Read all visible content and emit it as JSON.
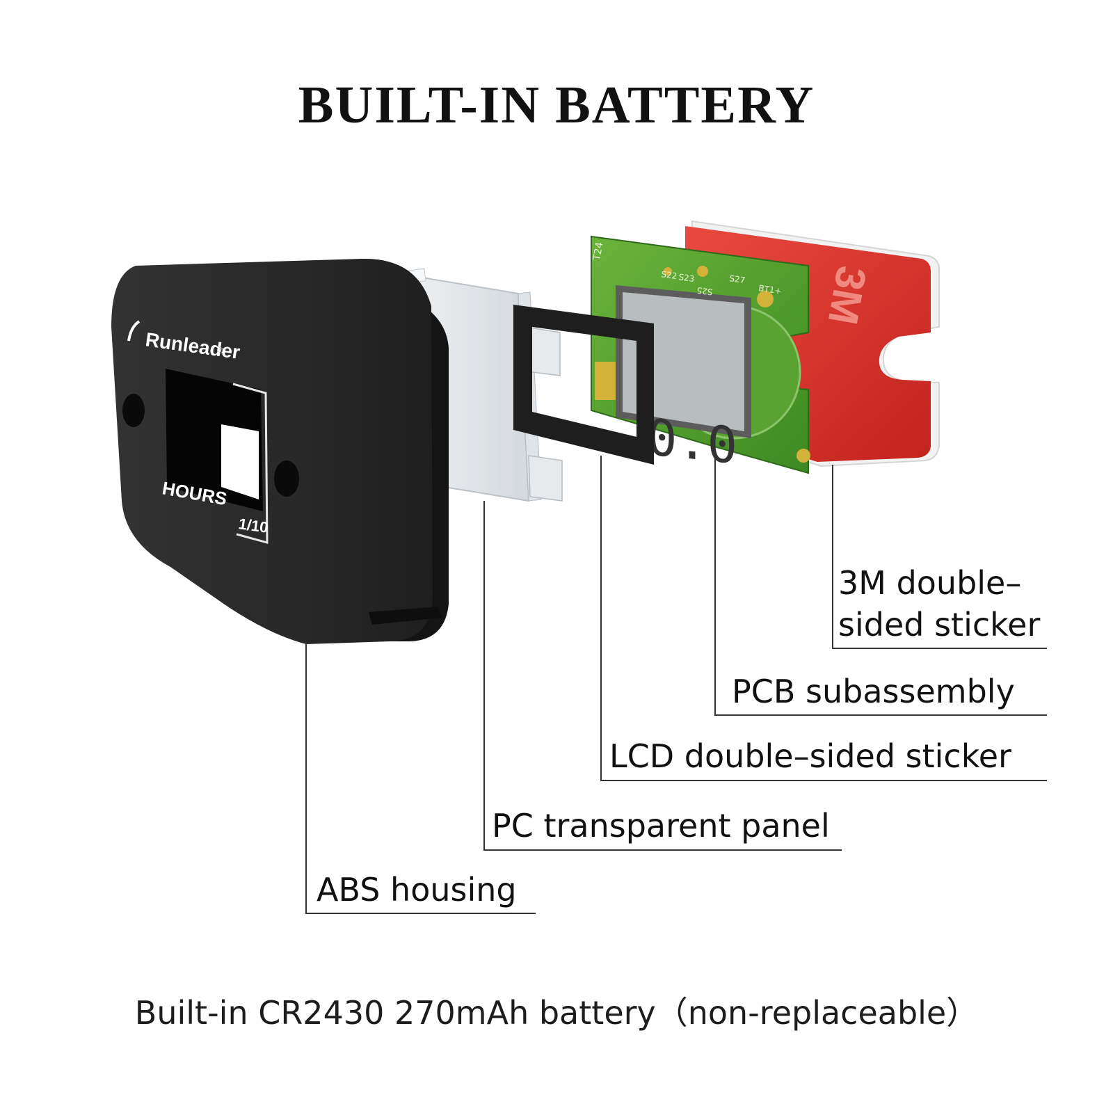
{
  "title": "BUILT-IN BATTERY",
  "caption": "Built-in CR2430 270mAh battery（non-replaceable）",
  "device": {
    "brand": "Runleader",
    "registered_mark": "®",
    "unit_label": "HOURS",
    "resolution_label": "1/10",
    "lcd_reading": "0.0",
    "pcb_markings": [
      "T24",
      "S22",
      "S23",
      "S25",
      "S27",
      "BT1+"
    ],
    "sticker_brand": "3M"
  },
  "callouts": [
    {
      "id": "sticker-3m",
      "lines": [
        "3M double–",
        "sided sticker"
      ]
    },
    {
      "id": "pcb",
      "lines": [
        "PCB subassembly"
      ]
    },
    {
      "id": "lcd-sticker",
      "lines": [
        "LCD double–sided sticker"
      ]
    },
    {
      "id": "pc-panel",
      "lines": [
        "PC transparent panel"
      ]
    },
    {
      "id": "abs-housing",
      "lines": [
        "ABS housing"
      ]
    }
  ],
  "colors": {
    "housing": "#2a2a2a",
    "pcb": "#4f9a2c",
    "sticker": "#d9302b",
    "leader": "#333333"
  }
}
